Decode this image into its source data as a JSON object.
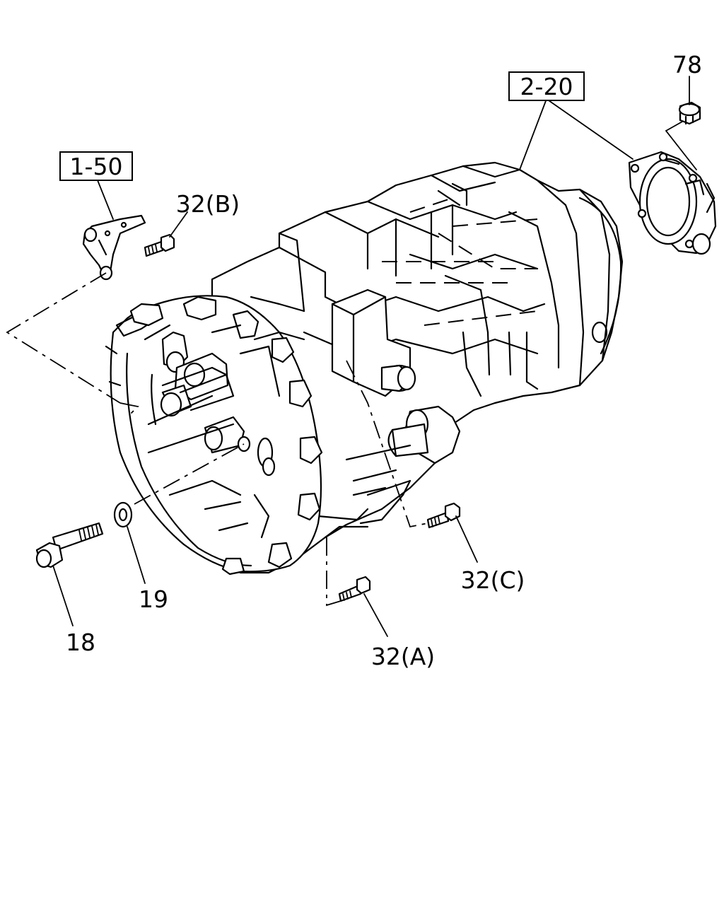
{
  "callouts": {
    "ref_1_50": "1-50",
    "ref_2_20": "2-20",
    "p78": "78",
    "p32b": "32(B)",
    "p32c": "32(C)",
    "p32a": "32(A)",
    "p19": "19",
    "p18": "18"
  }
}
